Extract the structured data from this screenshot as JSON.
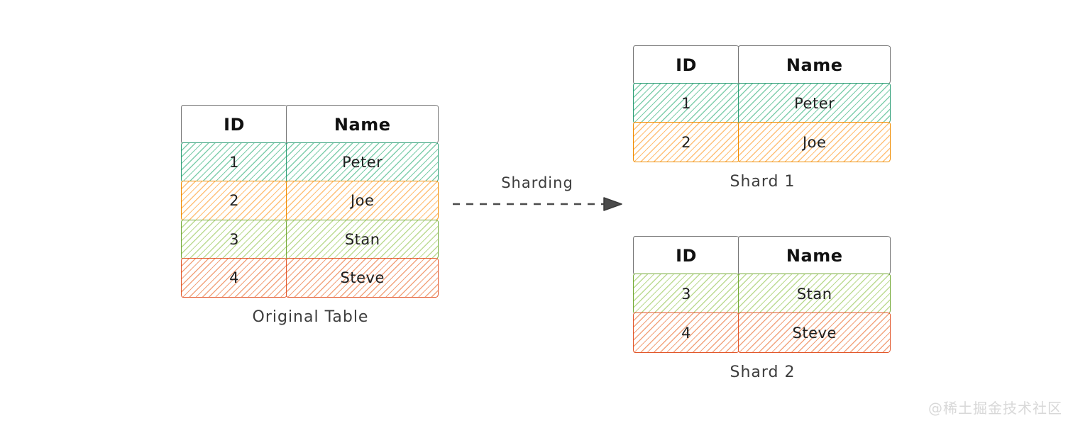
{
  "original_table": {
    "caption": "Original Table",
    "headers": [
      "ID",
      "Name"
    ],
    "rows": [
      {
        "id": "1",
        "name": "Peter",
        "color_key": "teal"
      },
      {
        "id": "2",
        "name": "Joe",
        "color_key": "orange"
      },
      {
        "id": "3",
        "name": "Stan",
        "color_key": "green"
      },
      {
        "id": "4",
        "name": "Steve",
        "color_key": "red"
      }
    ]
  },
  "arrow": {
    "label": "Sharding"
  },
  "shard1": {
    "caption": "Shard 1",
    "headers": [
      "ID",
      "Name"
    ],
    "rows": [
      {
        "id": "1",
        "name": "Peter",
        "color_key": "teal"
      },
      {
        "id": "2",
        "name": "Joe",
        "color_key": "orange"
      }
    ]
  },
  "shard2": {
    "caption": "Shard 2",
    "headers": [
      "ID",
      "Name"
    ],
    "rows": [
      {
        "id": "3",
        "name": "Stan",
        "color_key": "green"
      },
      {
        "id": "4",
        "name": "Steve",
        "color_key": "red"
      }
    ]
  },
  "colors": {
    "teal_border": "#2f9e77",
    "teal_hatch": "#7fceac",
    "orange_border": "#f08c00",
    "orange_hatch": "#ffc078",
    "green_border": "#74a937",
    "green_hatch": "#bcdb92",
    "red_border": "#e2572b",
    "red_hatch": "#f2a47e",
    "header_border": "#757575",
    "table_text": "#1f1f1f",
    "caption_text": "#3d3d3d",
    "arrow_color": "#4b4b4b",
    "watermark_text_color": "#d8d8d8"
  },
  "watermark": {
    "text": "@稀土掘金技术社区"
  }
}
